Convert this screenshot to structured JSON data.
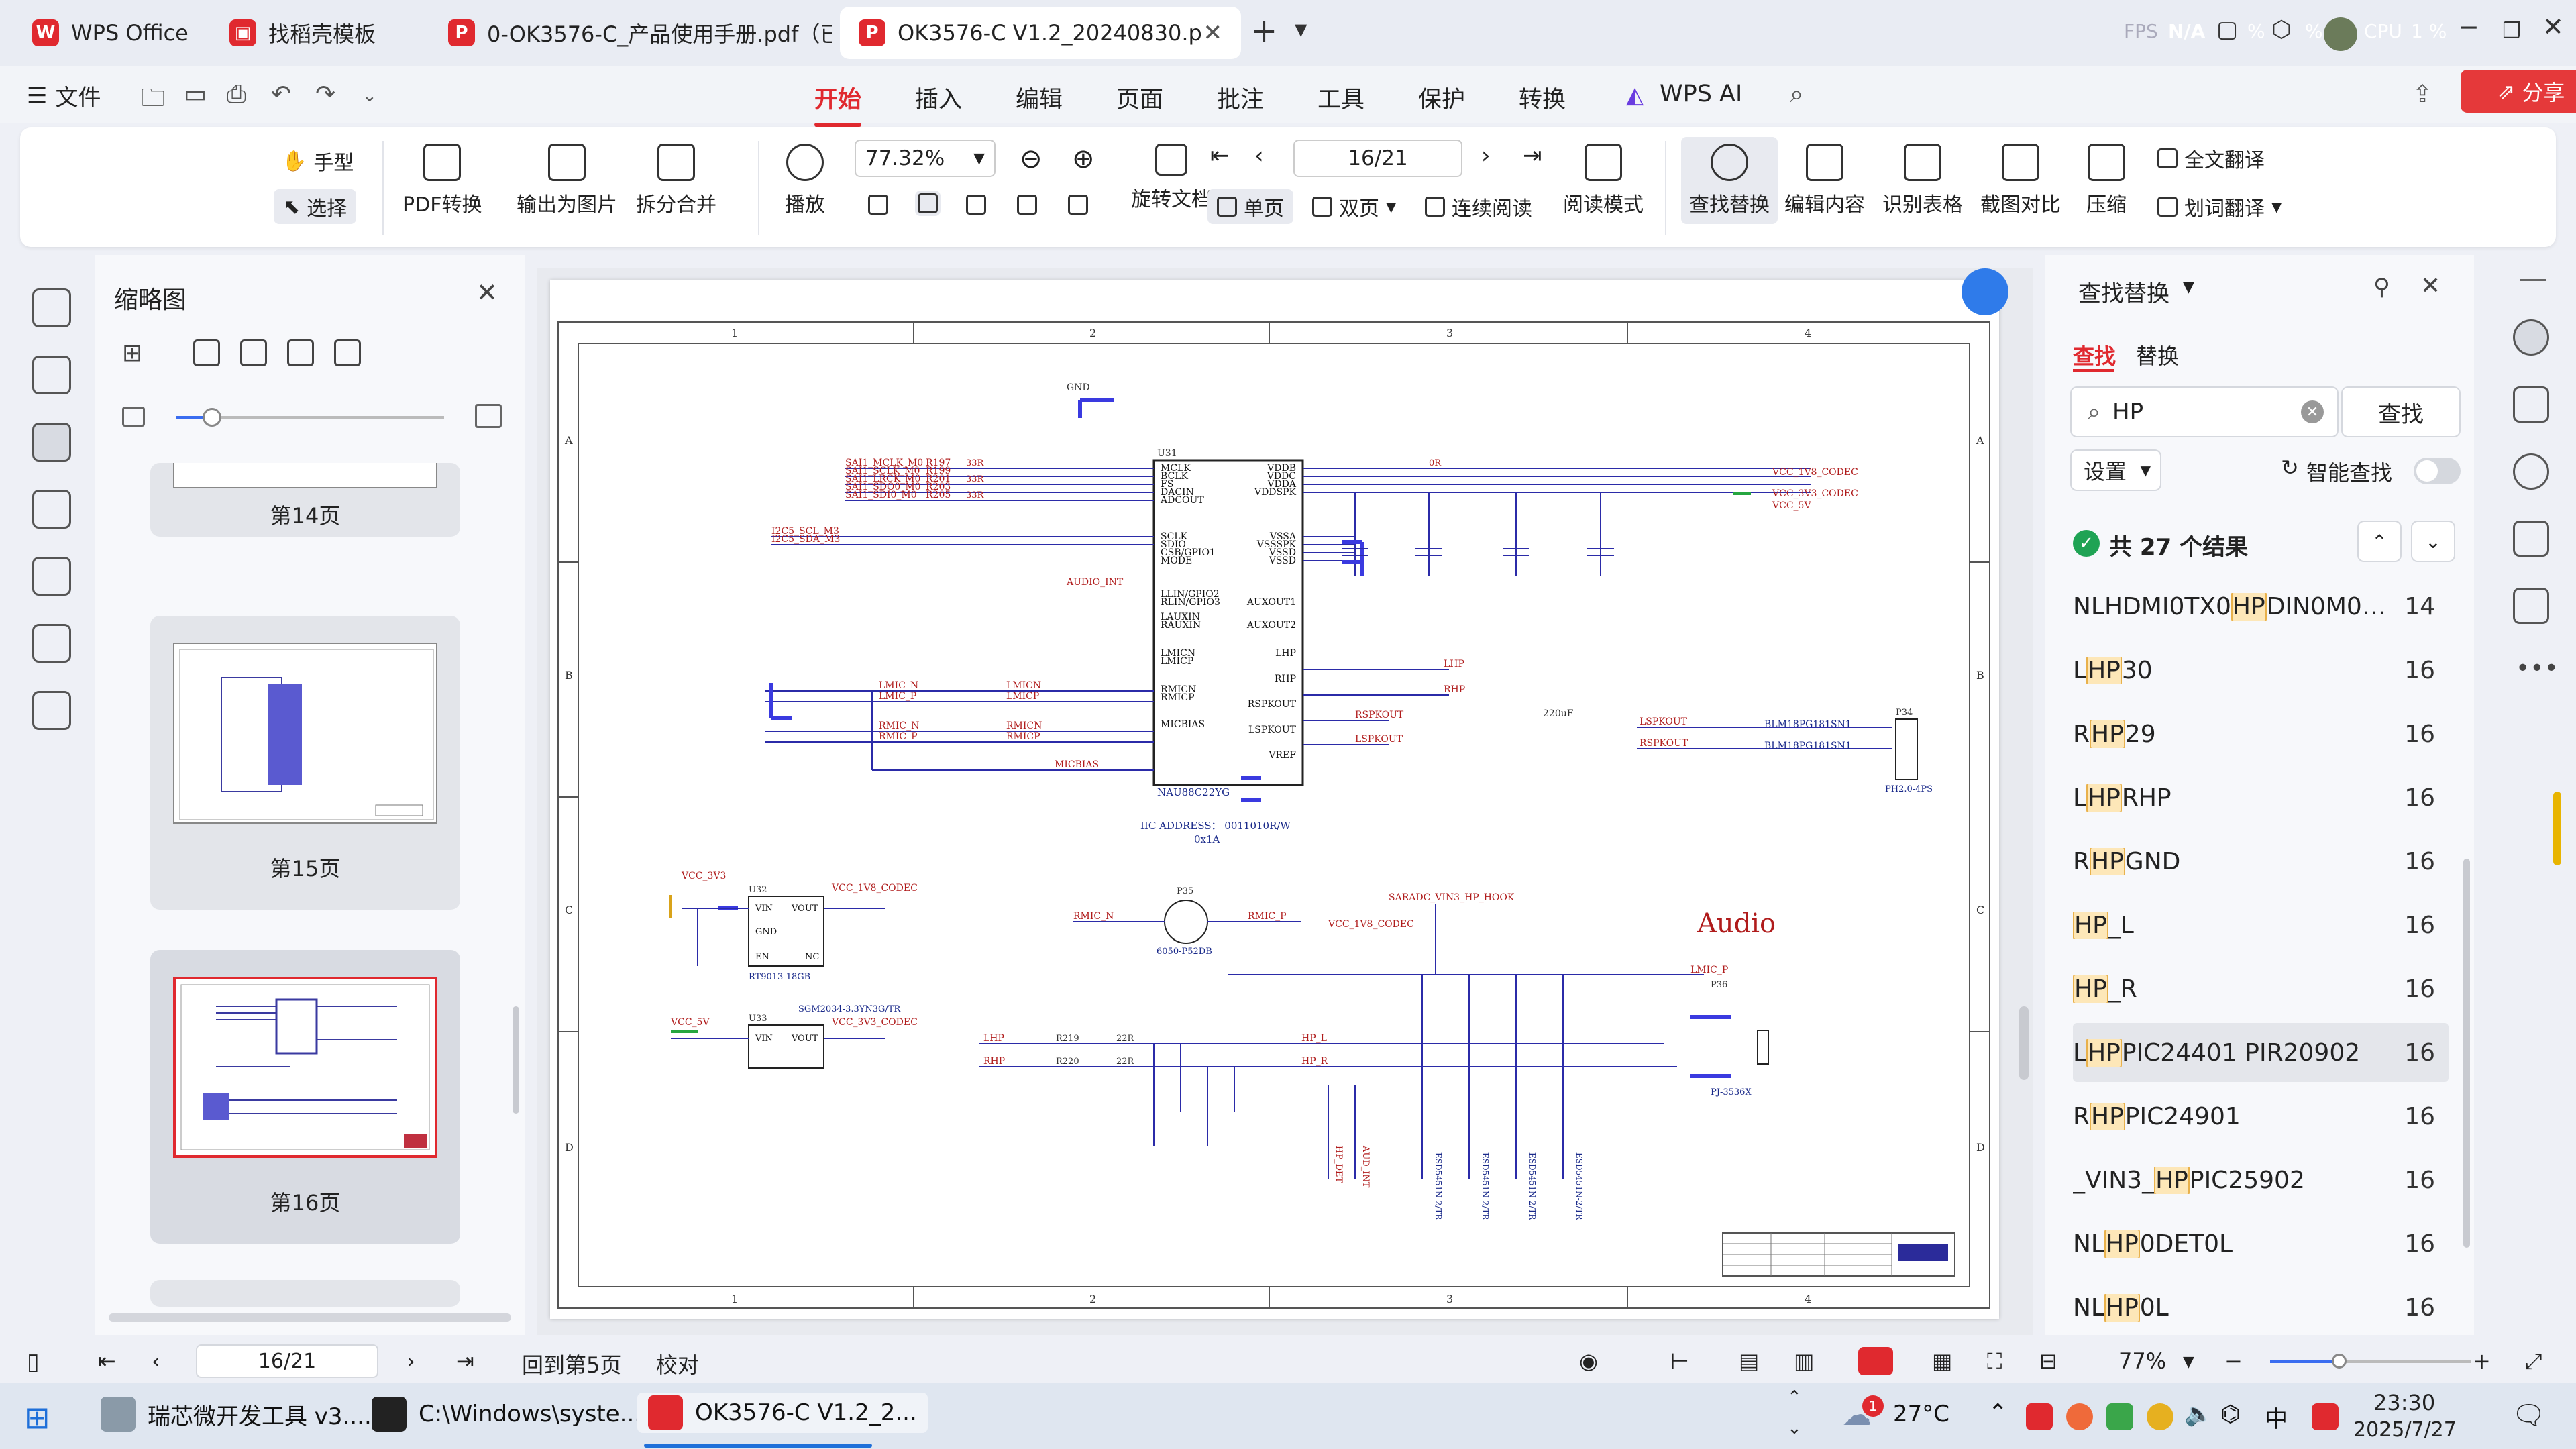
{
  "tabs": [
    {
      "label": "WPS Office",
      "icon": "wps-logo-icon",
      "active": false
    },
    {
      "label": "找稻壳模板",
      "icon": "docer-icon",
      "active": false
    },
    {
      "label": "0-OK3576-C_产品使用手册.pdf（已",
      "icon": "pdf-icon",
      "active": false
    },
    {
      "label": "OK3576-C V1.2_20240830.p",
      "icon": "pdf-icon",
      "active": true
    }
  ],
  "titlebar": {
    "fps_label": "FPS",
    "fps_value": "N/A",
    "cpu_label": "CPU",
    "cpu_value": "1 %",
    "percent": "%"
  },
  "menu": {
    "file": "文件",
    "items": [
      "开始",
      "插入",
      "编辑",
      "页面",
      "批注",
      "工具",
      "保护",
      "转换"
    ],
    "active": "开始",
    "wps_ai": "WPS AI",
    "share": "分享"
  },
  "ribbon": {
    "hand": "手型",
    "select": "选择",
    "pdf_convert": "PDF转换",
    "export_image": "输出为图片",
    "split_merge": "拆分合并",
    "play": "播放",
    "zoom": "77.32%",
    "page": "16/21",
    "rotate": "旋转文档",
    "single": "单页",
    "double": "双页",
    "continuous": "连续阅读",
    "read_mode": "阅读模式",
    "find_replace": "查找替换",
    "edit_content": "编辑内容",
    "recognize_table": "识别表格",
    "screenshot_compare": "截图对比",
    "compress": "压缩",
    "full_translate": "全文翻译",
    "word_translate": "划词翻译"
  },
  "thumbnails": {
    "title": "缩略图",
    "pages": [
      "第14页",
      "第15页",
      "第16页"
    ]
  },
  "find": {
    "title": "查找替换",
    "tab_find": "查找",
    "tab_replace": "替换",
    "query": "HP",
    "find_btn": "查找",
    "settings": "设置",
    "smart_find": "智能查找",
    "result_count": "共 27 个结果",
    "results": [
      {
        "pre": "NLHDMI0TX0",
        "mid": "HP",
        "post": "DIN0M001...",
        "page": "14"
      },
      {
        "pre": "L",
        "mid": "HP",
        "post": "30",
        "page": "16"
      },
      {
        "pre": "R",
        "mid": "HP",
        "post": "29",
        "page": "16"
      },
      {
        "pre": "L",
        "mid": "HP",
        "post": "RHP",
        "page": "16"
      },
      {
        "pre": "R",
        "mid": "HP",
        "post": "GND",
        "page": "16"
      },
      {
        "pre": "",
        "mid": "HP",
        "post": "_L",
        "page": "16"
      },
      {
        "pre": "",
        "mid": "HP",
        "post": "_R",
        "page": "16"
      },
      {
        "pre": "L",
        "mid": "HP",
        "post": "PIC24401 PIR20902",
        "page": "16"
      },
      {
        "pre": "R",
        "mid": "HP",
        "post": "PIC24901",
        "page": "16"
      },
      {
        "pre": "_VIN3_",
        "mid": "HP",
        "post": "PIC25902",
        "page": "16"
      },
      {
        "pre": "NL",
        "mid": "HP",
        "post": "0DET0L",
        "page": "16"
      },
      {
        "pre": "NL",
        "mid": "HP",
        "post": "0L",
        "page": "16"
      }
    ]
  },
  "statusbar": {
    "page": "16/21",
    "back": "回到第5页",
    "proof": "校对",
    "zoom": "77%"
  },
  "taskbar": {
    "items": [
      "瑞芯微开发工具 v3....",
      "C:\\Windows\\syste...",
      "OK3576-C V1.2_2..."
    ],
    "weather": "27°C",
    "notify_count": "1",
    "ime": "中",
    "time": "23:30",
    "date": "2025/7/27"
  },
  "schematic": {
    "title": "Audio",
    "col_labels": [
      "1",
      "2",
      "3",
      "4"
    ],
    "row_labels": [
      "A",
      "B",
      "C",
      "D"
    ],
    "chip": "NAU88C22YG",
    "chip_ref": "U31",
    "iic": "IIC ADDRESS：  0011010R/W",
    "iic2": "0x1A",
    "left_pins": [
      "MCLK",
      "BCLK",
      "FS",
      "DACIN",
      "ADCOUT",
      "SCLK",
      "SDIO",
      "CSB/GPIO1",
      "MODE",
      "LLIN/GPIO2",
      "RLIN/GPIO3",
      "LAUXIN",
      "RAUXIN",
      "LMICN",
      "LMICP",
      "RMICN",
      "RMICP",
      "MICBIAS"
    ],
    "right_pins": [
      "VDDB",
      "VDDC",
      "VDDA",
      "VDDSPK",
      "VSSA",
      "VSSSPK",
      "VSSD",
      "VSSD",
      "AUXOUT1",
      "AUXOUT2",
      "LHP",
      "RHP",
      "RSPKOUT",
      "LSPKOUT",
      "VREF"
    ],
    "sai_nets": [
      "SAI1_MCLK_M0",
      "SAI1_SCLK_M0",
      "SAI1_LRCK_M0",
      "SAI1_SDO0_M0",
      "SAI1_SDI0_M0"
    ],
    "sai_res": [
      "R197",
      "R199",
      "R201",
      "R203",
      "R205"
    ],
    "i2c_nets": [
      "I2C5_SCL_M3",
      "I2C5_SDA_M3"
    ],
    "vcc_nets": [
      "VCC_1V8_CODEC",
      "VCC_3V3_CODEC",
      "VCC_5V"
    ],
    "labels": {
      "r33": "33R",
      "r0": "0R",
      "gnd": "GND",
      "audio_int": "AUDIO_INT",
      "lhp": "LHP",
      "rhp": "RHP",
      "hp_l": "HP_L",
      "hp_r": "HP_R",
      "rspkout": "RSPKOUT",
      "lspkout": "LSPKOUT",
      "micbias": "MICBIAS",
      "lmic_n": "LMIC_N",
      "lmic_p": "LMIC_P",
      "rmic_n": "RMIC_N",
      "rmic_p": "RMIC_P",
      "lmicn": "LMICN",
      "lmicp": "LMICP",
      "rmicn": "RMICN",
      "rmicp": "RMICP",
      "c220": "220uF",
      "blm": "BLM18PG181SN1",
      "p34": "P34",
      "ph": "PH2.0-4PS",
      "u32": "U32",
      "rt9013": "RT9013-18GB",
      "u33": "U33",
      "sgm": "SGM2034-3.3YN3G/TR",
      "vcc_3v3": "VCC_3V3",
      "p35": "P35",
      "buzz": "6050-P52DB",
      "saradc": "SARADC_VIN3_HP_HOOK",
      "p36": "P36",
      "pj": "PJ-3536X",
      "lmic_p2": "LMIC_P",
      "r219": "R219",
      "r220": "R220",
      "r22": "22R",
      "vin": "VIN",
      "vout": "VOUT",
      "en": "EN",
      "nc": "NC",
      "gnd_pin": "GND",
      "hp_det": "HP_DET",
      "aud_int": "AUD_INT",
      "esd": "ESD5451N-2/TR"
    }
  }
}
